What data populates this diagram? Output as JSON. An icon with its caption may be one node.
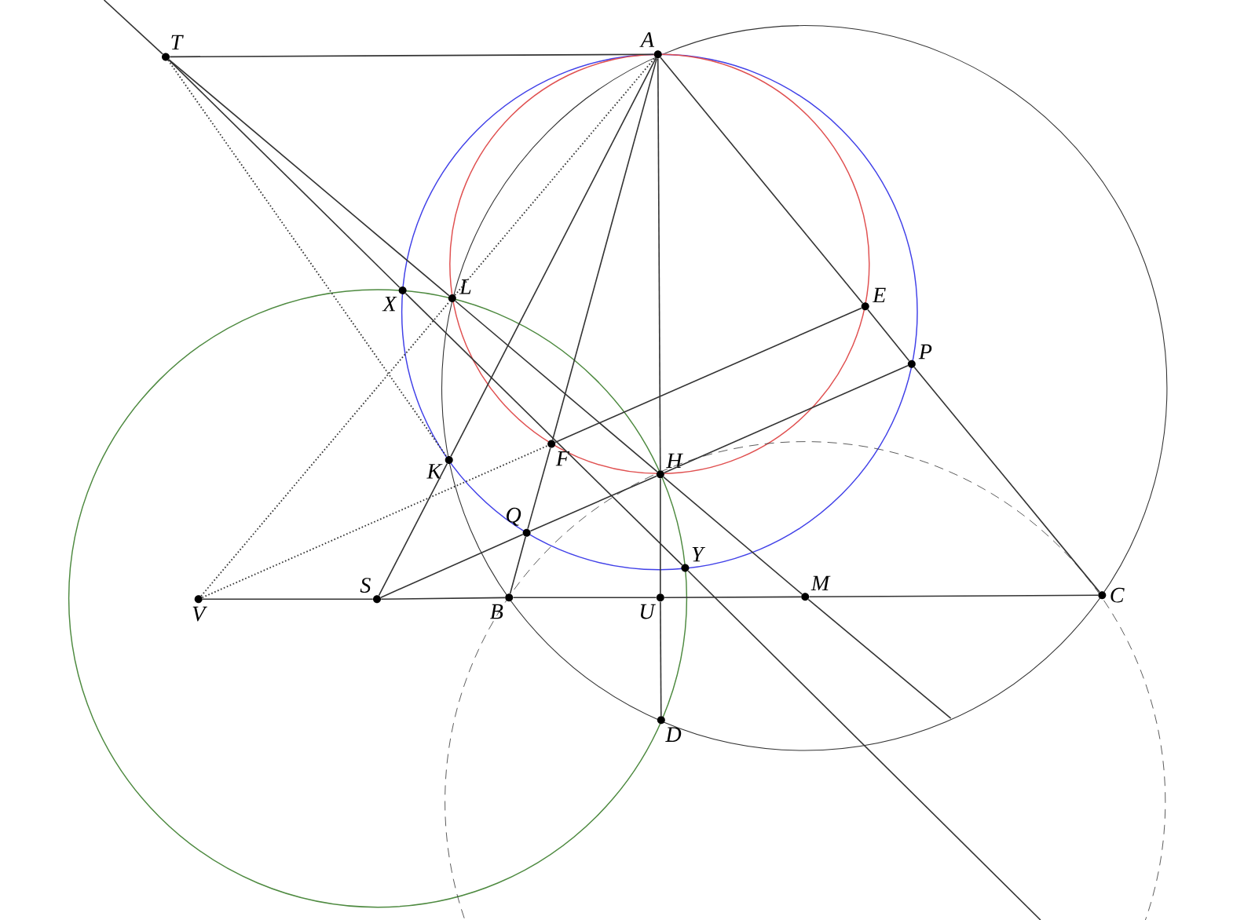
{
  "diagram": {
    "nodes": [
      {
        "text": [
          "T"
        ]
      },
      {
        "text": [
          "A"
        ]
      },
      {
        "text": [
          "L"
        ]
      },
      {
        "text": [
          "X"
        ]
      },
      {
        "text": [
          "E"
        ]
      },
      {
        "text": [
          "P"
        ]
      },
      {
        "text": [
          "K"
        ]
      },
      {
        "text": [
          "F"
        ]
      },
      {
        "text": [
          "H"
        ]
      },
      {
        "text": [
          "Q"
        ]
      },
      {
        "text": [
          "Y"
        ]
      },
      {
        "text": [
          "S"
        ]
      },
      {
        "text": [
          "V"
        ]
      },
      {
        "text": [
          "B"
        ]
      },
      {
        "text": [
          "U"
        ]
      },
      {
        "text": [
          "M"
        ]
      },
      {
        "text": [
          "C"
        ]
      },
      {
        "text": [
          "D"
        ]
      }
    ],
    "edges": [
      {
        "from": 0,
        "to": 1,
        "arrow": "none"
      },
      {
        "from": null,
        "to": 0,
        "arrow": "none"
      },
      {
        "from": 0,
        "to": 3,
        "arrow": "none"
      },
      {
        "from": 3,
        "to": 10,
        "arrow": "none"
      },
      {
        "from": 10,
        "to": null,
        "arrow": "none"
      },
      {
        "from": 0,
        "to": 2,
        "arrow": "none"
      },
      {
        "from": 2,
        "to": 8,
        "arrow": "none"
      },
      {
        "from": 8,
        "to": 15,
        "arrow": "none"
      },
      {
        "from": 15,
        "to": null,
        "arrow": "none"
      },
      {
        "from": 1,
        "to": 4,
        "arrow": "none"
      },
      {
        "from": 4,
        "to": 5,
        "arrow": "none"
      },
      {
        "from": 5,
        "to": 16,
        "arrow": "none"
      },
      {
        "from": 1,
        "to": 8,
        "arrow": "none"
      },
      {
        "from": 8,
        "to": 14,
        "arrow": "none"
      },
      {
        "from": 14,
        "to": 17,
        "arrow": "none"
      },
      {
        "from": 1,
        "to": 6,
        "arrow": "none"
      },
      {
        "from": 6,
        "to": 11,
        "arrow": "none"
      },
      {
        "from": 1,
        "to": 7,
        "arrow": "none"
      },
      {
        "from": 7,
        "to": 9,
        "arrow": "none"
      },
      {
        "from": 9,
        "to": 13,
        "arrow": "none"
      },
      {
        "from": 12,
        "to": 11,
        "arrow": "none"
      },
      {
        "from": 11,
        "to": 13,
        "arrow": "none"
      },
      {
        "from": 13,
        "to": 14,
        "arrow": "none"
      },
      {
        "from": 14,
        "to": 15,
        "arrow": "none"
      },
      {
        "from": 15,
        "to": 16,
        "arrow": "none"
      },
      {
        "from": 11,
        "to": 9,
        "arrow": "none"
      },
      {
        "from": 9,
        "to": 8,
        "arrow": "none"
      },
      {
        "from": 8,
        "to": 5,
        "arrow": "none"
      },
      {
        "from": 7,
        "to": 4,
        "arrow": "none"
      },
      {
        "from": 0,
        "to": 6,
        "arrow": "none",
        "style": "dashed"
      },
      {
        "from": 12,
        "to": 2,
        "arrow": "none",
        "style": "dashed"
      },
      {
        "from": 2,
        "to": 1,
        "arrow": "none",
        "style": "dashed"
      },
      {
        "from": 12,
        "to": 7,
        "arrow": "none",
        "style": "dashed"
      }
    ]
  }
}
